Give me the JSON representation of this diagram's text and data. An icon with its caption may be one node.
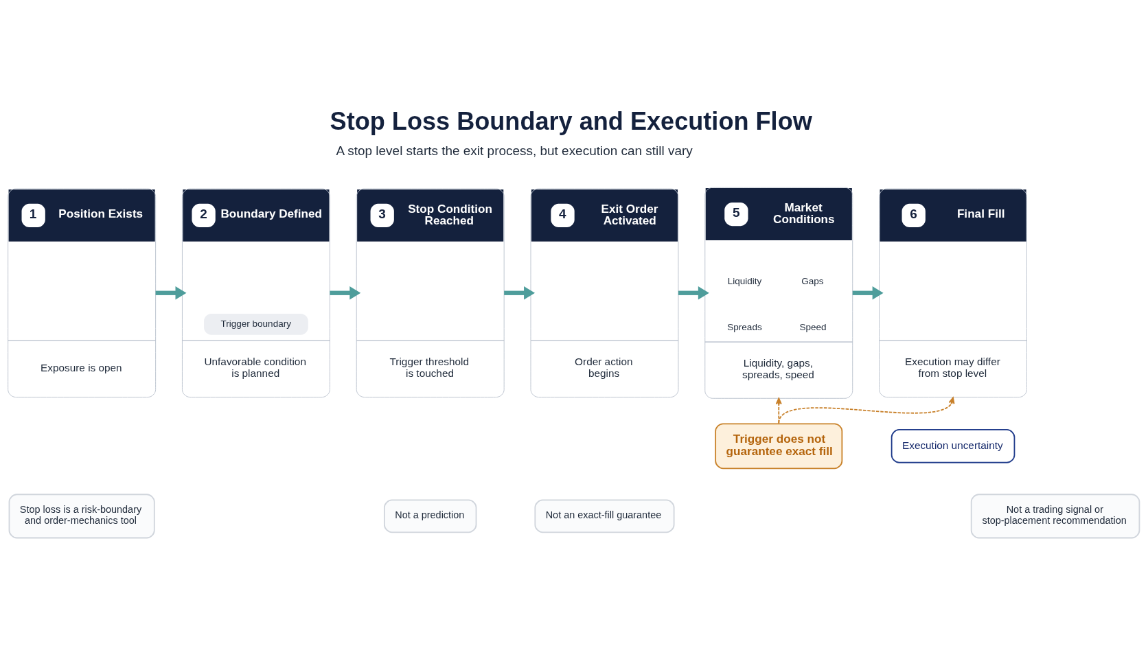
{
  "diagram": {
    "title": "Stop Loss Boundary and Execution Flow",
    "nodes": [
      {
        "text": [
          "1",
          "Position Exists",
          "Exposure is open"
        ]
      },
      {
        "text": [
          "2",
          "Boundary Defined",
          "Trigger boundary",
          "Unfavorable condition is planned"
        ]
      },
      {
        "text": [
          "3",
          "Stop Condition Reached",
          "Trigger threshold is touched"
        ]
      },
      {
        "text": [
          "4",
          "Exit Order Activated",
          "Order action begins"
        ]
      },
      {
        "text": [
          "5",
          "Market Conditions",
          "Liquidity",
          "Gaps",
          "Spreads",
          "Speed",
          "Liquidity, gaps, spreads, speed"
        ]
      },
      {
        "text": [
          "6",
          "Final Fill",
          "Execution may differ from stop level"
        ]
      },
      {
        "text": [
          "Trigger does not guarantee exact fill"
        ]
      },
      {
        "text": [
          "Execution uncertainty"
        ]
      },
      {
        "text": [
          "Stop loss is a risk-boundary and order-mechanics tool"
        ]
      },
      {
        "text": [
          "Not a prediction"
        ]
      },
      {
        "text": [
          "Not an exact-fill guarantee"
        ]
      },
      {
        "text": [
          "Not a trading signal or stop-placement recommendation"
        ]
      }
    ],
    "edges": [
      {
        "from": 0,
        "to": 1,
        "arrow": "to"
      },
      {
        "from": 1,
        "to": 2,
        "arrow": "to"
      },
      {
        "from": 2,
        "to": 3,
        "arrow": "to"
      },
      {
        "from": 3,
        "to": 4,
        "arrow": "to"
      },
      {
        "from": 4,
        "to": 5,
        "arrow": "to"
      },
      {
        "from": 6,
        "to": 4,
        "arrow": "to",
        "style": "dashed",
        "color": "#c8802a"
      },
      {
        "from": 6,
        "to": 5,
        "arrow": "to",
        "style": "dashed",
        "color": "#c8802a"
      }
    ],
    "labels": [
      "A stop level starts the exit process, but execution can still vary"
    ]
  }
}
